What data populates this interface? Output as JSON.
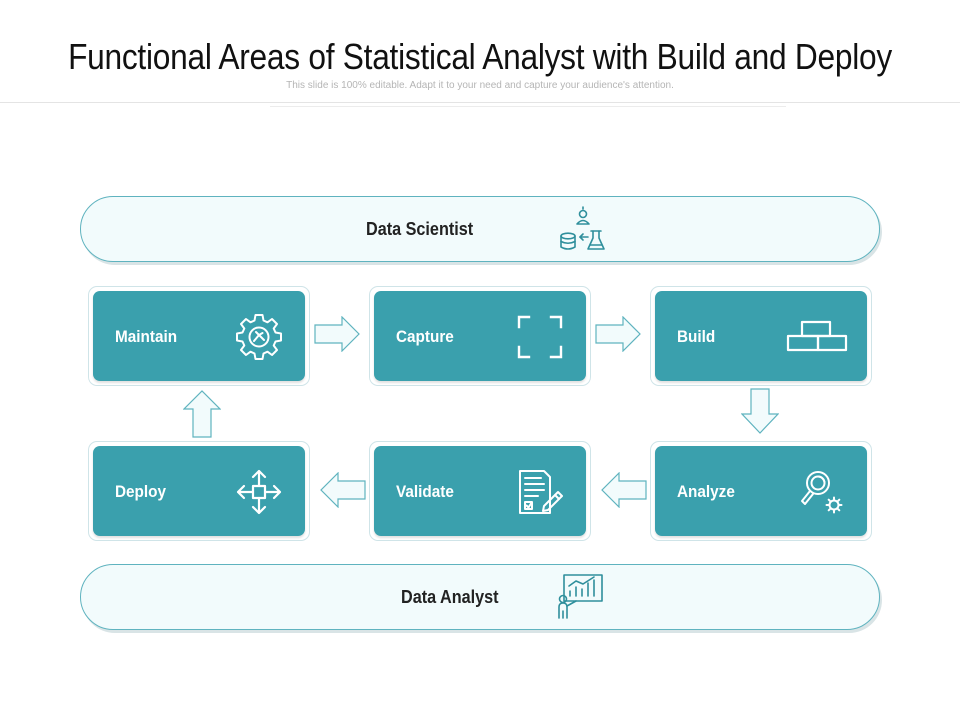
{
  "page": {
    "title": "Functional Areas of Statistical Analyst with Build and Deploy",
    "subtitle": "This slide is 100% editable. Adapt it to your need and capture your audience's attention."
  },
  "bands": {
    "top": {
      "label": "Data Scientist",
      "icon": "scientist-database-flask-icon"
    },
    "bottom": {
      "label": "Data Analyst",
      "icon": "presenter-chart-icon"
    }
  },
  "steps": [
    {
      "label": "Maintain",
      "icon": "gear-wrench-icon"
    },
    {
      "label": "Capture",
      "icon": "capture-frame-icon"
    },
    {
      "label": "Build",
      "icon": "brick-blocks-icon"
    },
    {
      "label": "Analyze",
      "icon": "magnifier-gear-icon"
    },
    {
      "label": "Validate",
      "icon": "document-pen-icon"
    },
    {
      "label": "Deploy",
      "icon": "move-arrows-icon"
    }
  ],
  "colors": {
    "card": "#3aa0ad",
    "band_border": "#5fb3bf",
    "band_fill": "#f2fbfc",
    "arrow_stroke": "#5fb3bf",
    "arrow_fill": "#f2fbfc"
  }
}
